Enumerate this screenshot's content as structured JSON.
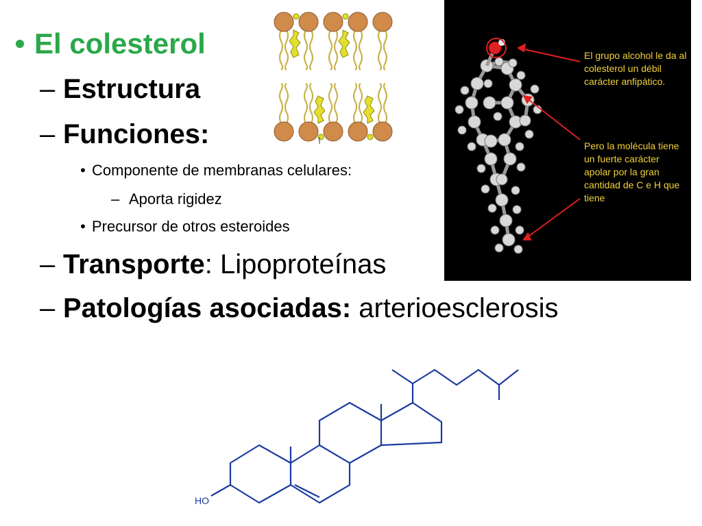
{
  "outline": {
    "title_bullet": "•",
    "title": "El colesterol",
    "items": [
      {
        "dash": "–",
        "bold": "Estructura",
        "rest": ""
      },
      {
        "dash": "–",
        "bold": "Funciones:",
        "rest": ""
      },
      {
        "dash": "–",
        "bold": "Transporte",
        "rest": ": Lipoproteínas"
      },
      {
        "dash": "–",
        "bold": "Patologías asociadas:",
        "rest": " arterioesclerosis"
      }
    ],
    "sub_bullet": "•",
    "sub_dash": "–",
    "sub_items": [
      "Componente de membranas celulares:",
      "Aporta rigidez",
      "Precursor de otros esteroides"
    ]
  },
  "model_panel": {
    "callout_top": "El grupo alcohol le da al colesterol un débil carácter anfipático.",
    "callout_bottom": "Pero la molécula tiene un fuerte carácter apolar por la gran cantidad de C e H que tiene"
  },
  "structure_formula": {
    "hydroxyl_label": "HO"
  },
  "colors": {
    "title_green": "#2aa84a",
    "callout_yellow": "#f2d23a",
    "arrow_red": "#e02020",
    "bond_blue": "#1a3aa0",
    "lipid_head": "#d08a4a",
    "lipid_tail": "#c8b24a",
    "cholesterol_yellow": "#e4e02a"
  }
}
